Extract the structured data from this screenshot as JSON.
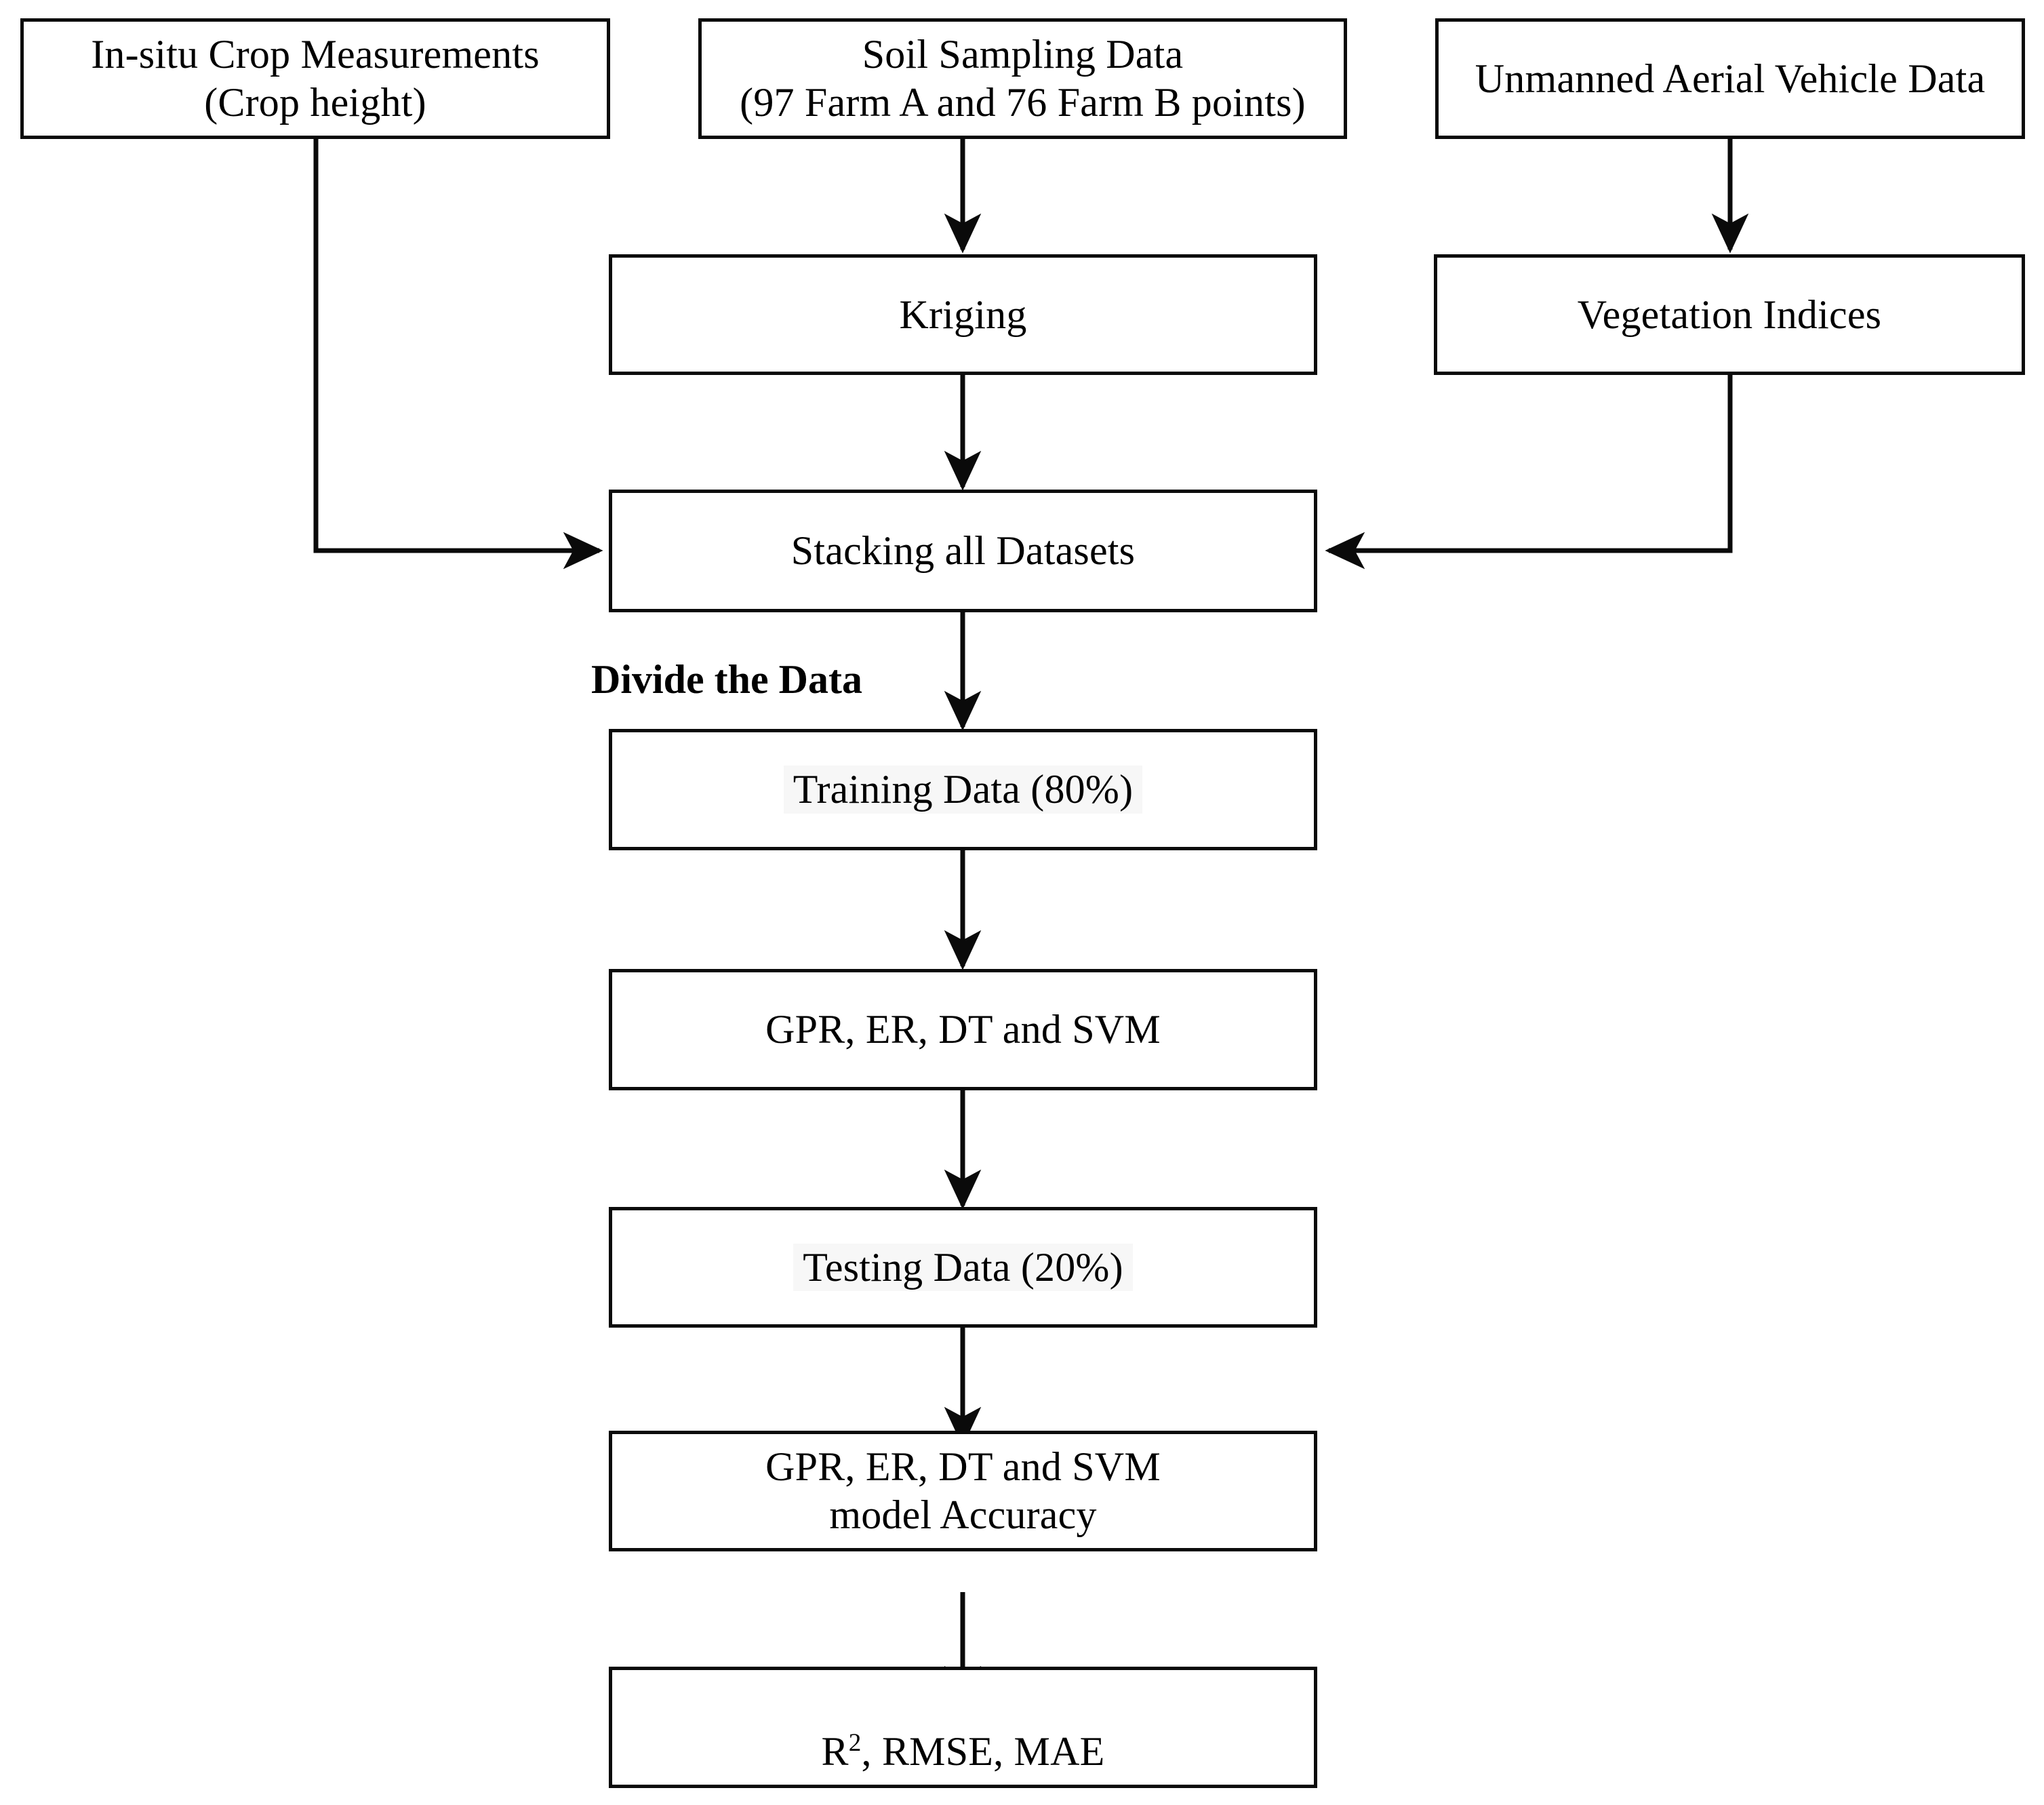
{
  "diagram": {
    "title": "Methodology flowchart for crop height prediction",
    "accent_color": "#0a0a0a",
    "background_color": "#ffffff"
  },
  "nodes": {
    "in_situ": {
      "label": "In-situ Crop Measurements\n(Crop height)",
      "line1": "In-situ Crop Measurements",
      "line2": "(Crop height)"
    },
    "soil_sampling": {
      "label": "Soil Sampling Data\n(97 Farm A and 76 Farm B points)",
      "line1": "Soil Sampling Data",
      "line2": "(97 Farm A and 76 Farm B points)",
      "farm_a_points": 97,
      "farm_b_points": 76
    },
    "uav": {
      "label": "Unmanned Aerial Vehicle Data"
    },
    "kriging": {
      "label": "Kriging"
    },
    "vegetation_indices": {
      "label": "Vegetation Indices"
    },
    "stacking": {
      "label": "Stacking all Datasets"
    },
    "training_data": {
      "label": "Training Data (80%)",
      "percent": "80%"
    },
    "models_train": {
      "label": "GPR, ER, DT and SVM",
      "models": [
        "GPR",
        "ER",
        "DT",
        "SVM"
      ]
    },
    "testing_data": {
      "label": "Testing Data (20%)",
      "percent": "20%"
    },
    "model_accuracy": {
      "label": "GPR, ER, DT and SVM\nmodel Accuracy",
      "line1": "GPR, ER, DT and SVM",
      "line2": "model Accuracy"
    },
    "metrics": {
      "label_prefix": "R",
      "label_sup": "2",
      "label_suffix": ", RMSE, MAE",
      "metrics_list": [
        "R2",
        "RMSE",
        "MAE"
      ]
    }
  },
  "annotations": {
    "divide_the_data": "Divide the Data"
  }
}
